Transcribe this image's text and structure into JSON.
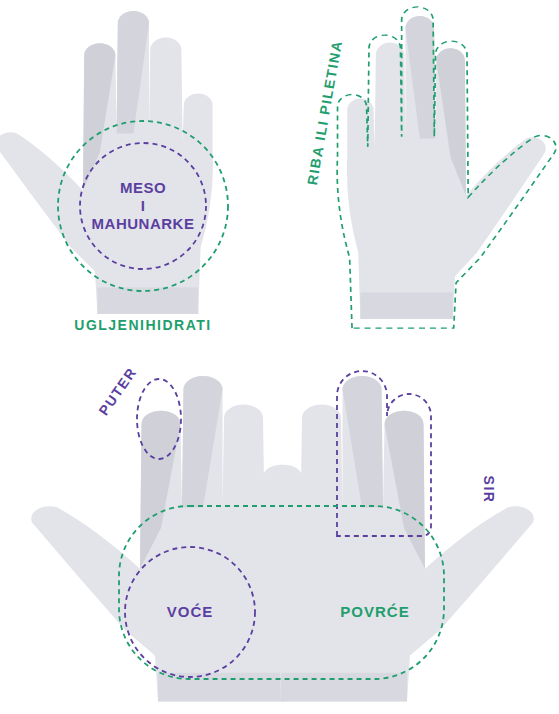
{
  "diagram": {
    "nodes": [
      {
        "text": [
          "UGLJENIHIDRATI"
        ]
      },
      {
        "text": [
          "MESO I MAHUNARKE"
        ],
        "in": 0
      },
      {
        "text": [
          "RIBA ILI PILETINA"
        ]
      },
      {
        "text": [
          "PUTER"
        ]
      },
      {
        "text": [
          "SIR"
        ]
      },
      {
        "text": [
          "POVRĆE"
        ]
      },
      {
        "text": [
          "VOĆE"
        ],
        "in": 5
      }
    ]
  }
}
